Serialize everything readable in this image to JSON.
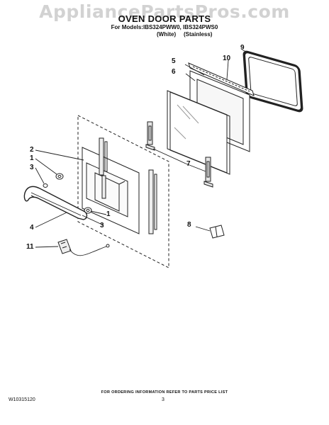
{
  "watermark": "AppliancePartsPros.com",
  "header": {
    "title": "OVEN DOOR PARTS",
    "models": "For Models:IBS324PWW0, IBS324PWS0",
    "variant_white": "(White)",
    "variant_stainless": "(Stainless)"
  },
  "callouts": [
    "9",
    "10",
    "5",
    "6",
    "2",
    "1",
    "3",
    "7",
    "4",
    "1",
    "3",
    "8",
    "11"
  ],
  "footer": {
    "note": "FOR ORDERING INFORMATION REFER TO PARTS PRICE LIST",
    "code": "W10315120",
    "page": "3"
  },
  "colors": {
    "line": "#222222",
    "watermark": "#d2d2d2"
  }
}
